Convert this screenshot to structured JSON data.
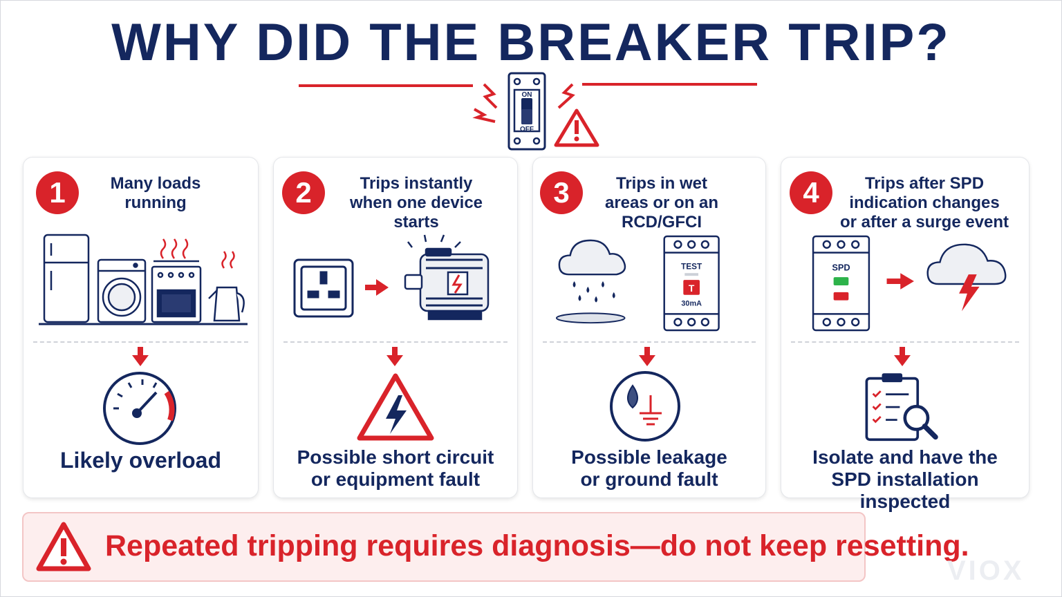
{
  "title": "WHY DID THE BREAKER TRIP?",
  "hero": {
    "switch_on_label": "ON",
    "switch_off_label": "OFF"
  },
  "cards": [
    {
      "number": "1",
      "title_lines": [
        "Many loads",
        "running"
      ],
      "result_lines": [
        "Likely overload"
      ]
    },
    {
      "number": "2",
      "title_lines": [
        "Trips instantly",
        "when one device",
        "starts"
      ],
      "result_lines": [
        "Possible short circuit",
        "or equipment fault"
      ]
    },
    {
      "number": "3",
      "title_lines": [
        "Trips in wet",
        "areas or on an",
        "RCD/GFCI"
      ],
      "rcd_test_label": "TEST",
      "rcd_t_label": "T",
      "rcd_rating": "30mA",
      "result_lines": [
        "Possible leakage",
        "or ground fault"
      ]
    },
    {
      "number": "4",
      "title_lines": [
        "Trips after SPD",
        "indication changes",
        "or after a surge event"
      ],
      "spd_label": "SPD",
      "result_lines": [
        "Isolate and have the",
        "SPD installation inspected"
      ]
    }
  ],
  "banner": {
    "text": "Repeated tripping requires diagnosis—do not keep resetting."
  },
  "logo": "VIOX",
  "colors": {
    "navy": "#14275e",
    "red": "#d9232a",
    "banner_bg": "#fdeeee",
    "green": "#2db34a"
  }
}
